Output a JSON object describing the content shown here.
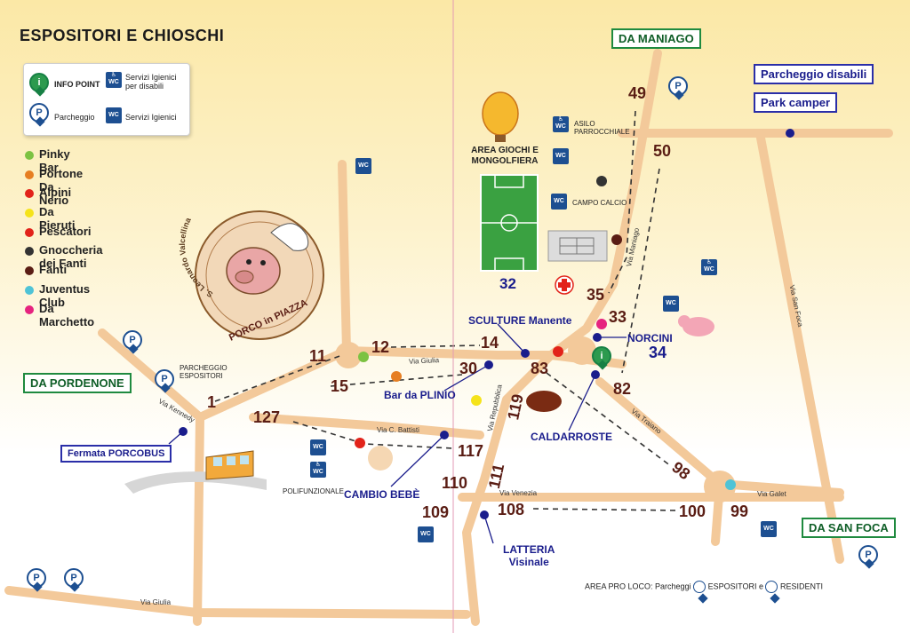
{
  "title": "ESPOSITORI E CHIOSCHI",
  "legend": {
    "info_point": "INFO POINT",
    "parcheggio": "Parcheggio",
    "servizi_disabili": "Servizi Igienici per disabili",
    "servizi": "Servizi Igienici",
    "wc": "WC"
  },
  "poi_legend": [
    {
      "name": "Pinky Bar",
      "color": "#7cc242"
    },
    {
      "name": "Portone Da Nerio",
      "color": "#e67e22"
    },
    {
      "name": "Alpini",
      "color": "#e2231a"
    },
    {
      "name": "Da Pieruti",
      "color": "#f5e31a"
    },
    {
      "name": "Pescatori",
      "color": "#e2231a"
    },
    {
      "name": "Gnoccheria dei Fanti",
      "color": "#333333"
    },
    {
      "name": "Fanti",
      "color": "#5a1d14"
    },
    {
      "name": "Juventus Club",
      "color": "#4fc3d6"
    },
    {
      "name": "Da Marchetto",
      "color": "#e6237f"
    }
  ],
  "logo": {
    "arc_text": "S. Leonardo Valcellina",
    "name": "PORCO in PIAZZA"
  },
  "directions": {
    "maniago": "DA MANIAGO",
    "pordenone": "DA PORDENONE",
    "san_foca": "DA SAN FOCA"
  },
  "parking_labels": {
    "disabili": "Parcheggio disabili",
    "camper": "Park camper",
    "espositori": "PARCHEGGIO ESPOSITORI"
  },
  "places": {
    "area_giochi": "AREA GIOCHI E MONGOLFIERA",
    "asilo": "ASILO PARROCCHIALE",
    "campo_calcio": "CAMPO CALCIO",
    "polifunzionale": "POLIFUNZIONALE",
    "field_number": "32"
  },
  "labels": {
    "sculture": "SCULTURE Manente",
    "norcini": "NORCINI",
    "norcini_num": "34",
    "bar_plinio": "Bar da PLINIO",
    "caldarroste": "CALDARROSTE",
    "cambio_bebe": "CAMBIO BEBÈ",
    "latteria_1": "LATTERIA",
    "latteria_2": "Visinale",
    "fermata": "Fermata PORCOBUS"
  },
  "streets": {
    "giulia": "Via Giulia",
    "giulia2": "Via Giulia",
    "kennedy": "Via Kennedy",
    "battisti": "Via C. Battisti",
    "repubblica": "Via Repubblica",
    "venezia": "Via Venezia",
    "traiano": "Via Traiano",
    "galet": "Via Galet",
    "maniago": "Via Maniago",
    "san_foca": "Via San Foca"
  },
  "stand_numbers": [
    "1",
    "11",
    "12",
    "14",
    "15",
    "30",
    "49",
    "50",
    "35",
    "33",
    "83",
    "82",
    "119",
    "127",
    "117",
    "110",
    "111",
    "109",
    "108",
    "100",
    "98",
    "99"
  ],
  "bottom_note": {
    "prefix": "AREA PRO LOCO: Parcheggi",
    "espositori": "ESPOSITORI e",
    "residenti": "RESIDENTI"
  }
}
